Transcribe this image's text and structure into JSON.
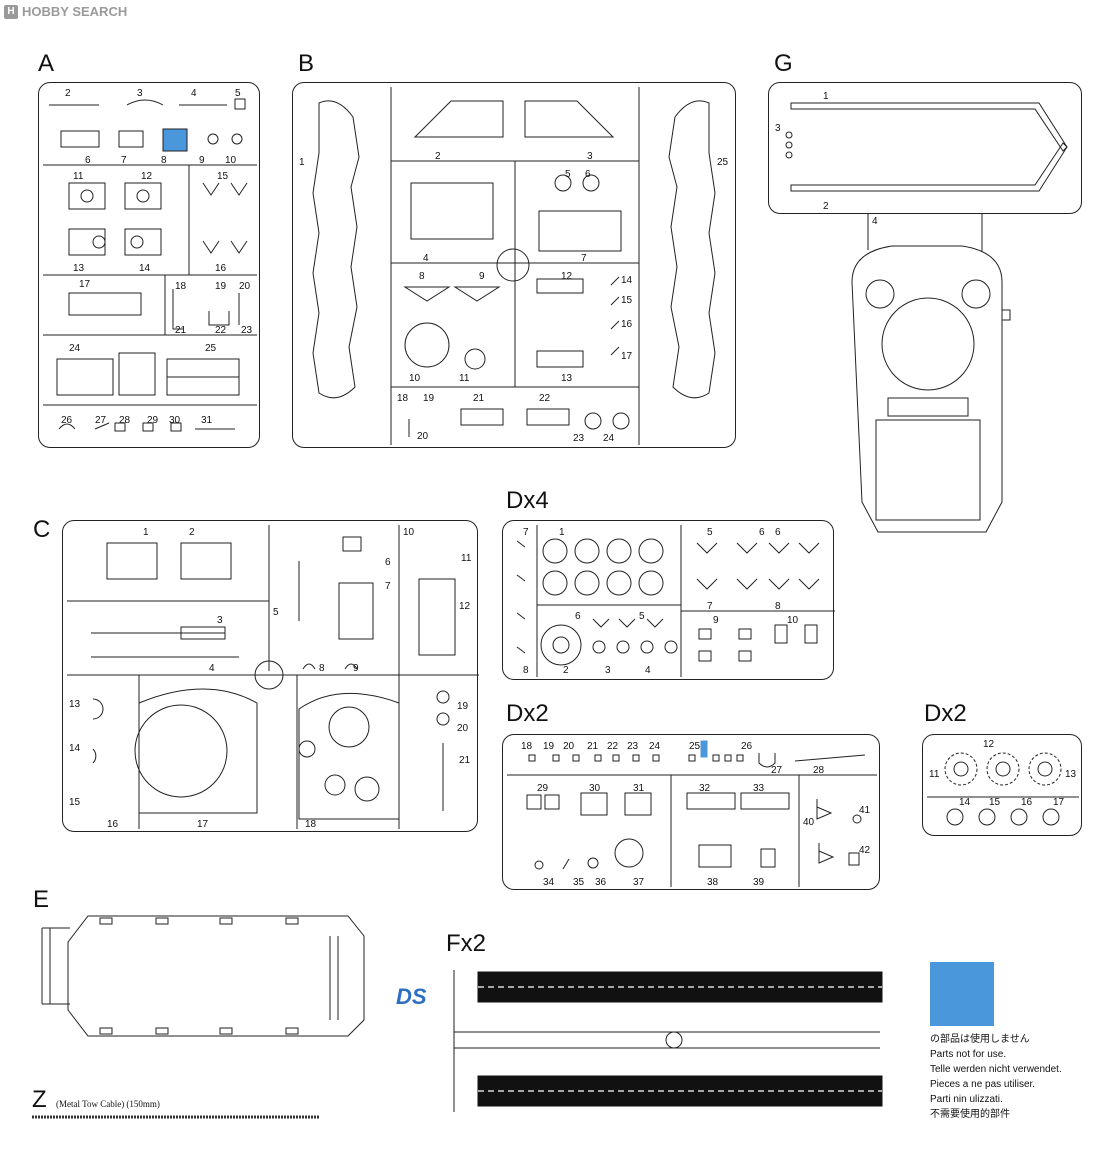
{
  "watermark": {
    "brand": "HOBBY SEARCH",
    "icon": "hs-logo-icon"
  },
  "sprues": {
    "A": {
      "label": "A",
      "parts": [
        "2",
        "3",
        "4",
        "5",
        "6",
        "7",
        "8",
        "9",
        "10",
        "11",
        "12",
        "13",
        "14",
        "15",
        "16",
        "17",
        "18",
        "19",
        "20",
        "21",
        "22",
        "23",
        "24",
        "25",
        "26",
        "27",
        "28",
        "29",
        "30",
        "31"
      ]
    },
    "B": {
      "label": "B",
      "parts": [
        "1",
        "2",
        "3",
        "4",
        "5",
        "6",
        "7",
        "8",
        "9",
        "10",
        "11",
        "12",
        "13",
        "14",
        "15",
        "16",
        "17",
        "18",
        "19",
        "20",
        "21",
        "22",
        "23",
        "24",
        "25"
      ]
    },
    "G": {
      "label": "G",
      "parts": [
        "1",
        "2",
        "3",
        "4"
      ]
    },
    "C": {
      "label": "C",
      "parts": [
        "1",
        "2",
        "3",
        "4",
        "5",
        "6",
        "7",
        "8",
        "9",
        "10",
        "11",
        "12",
        "13",
        "14",
        "15",
        "16",
        "17",
        "18",
        "19",
        "20",
        "21"
      ]
    },
    "D4": {
      "label": "Dx4",
      "parts": [
        "1",
        "2",
        "3",
        "4",
        "5",
        "6",
        "7",
        "8",
        "9",
        "10"
      ]
    },
    "D2a": {
      "label": "Dx2",
      "parts": [
        "18",
        "19",
        "20",
        "21",
        "22",
        "23",
        "24",
        "25",
        "26",
        "27",
        "28",
        "29",
        "30",
        "31",
        "32",
        "33",
        "34",
        "35",
        "36",
        "37",
        "38",
        "39",
        "40",
        "41",
        "42"
      ]
    },
    "D2b": {
      "label": "Dx2",
      "parts": [
        "11",
        "12",
        "13",
        "14",
        "15",
        "16",
        "17"
      ]
    },
    "E": {
      "label": "E"
    },
    "F": {
      "label": "Fx2"
    },
    "Z": {
      "label": "Z",
      "note": "(Metal Tow Cable)  (150mm)"
    }
  },
  "legend": {
    "color": "#4b97dc",
    "lines": [
      "の部品は使用しません",
      "Parts not for use.",
      "Telle werden nicht verwendet.",
      "Pieces a ne pas utiliser.",
      "Parti nin ulizzati.",
      "不需要使用的部件"
    ]
  },
  "logo": {
    "text": "DS"
  },
  "highlight_color": "#4b97dc"
}
